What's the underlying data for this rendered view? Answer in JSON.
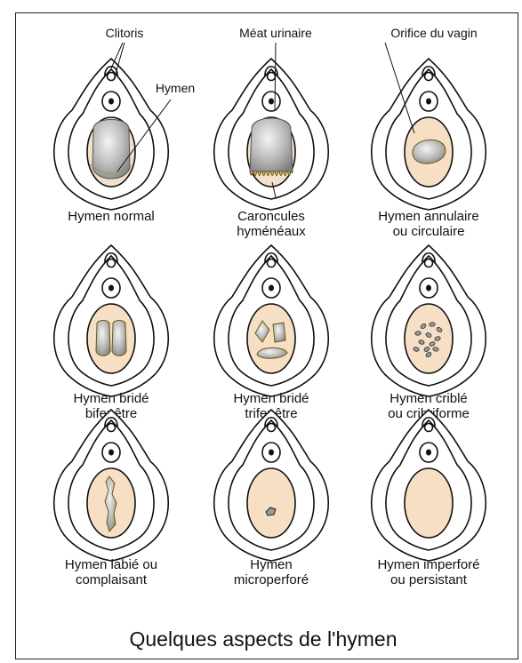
{
  "title": "Quelques aspects de l'hymen",
  "callouts": {
    "clitoris": "Clitoris",
    "meat": "Méat urinaire",
    "orifice": "Orifice du vagin",
    "hymen": "Hymen"
  },
  "panels": [
    {
      "id": "normal",
      "lines": [
        "Hymen normal"
      ]
    },
    {
      "id": "caroncules",
      "lines": [
        "Caroncules",
        "hyménéaux"
      ]
    },
    {
      "id": "annulaire",
      "lines": [
        "Hymen annulaire",
        "ou circulaire"
      ]
    },
    {
      "id": "bifenetre",
      "lines": [
        "Hymen bridé",
        "bifenêtre"
      ]
    },
    {
      "id": "trifenetre",
      "lines": [
        "Hymen bridé",
        "trifenêtre"
      ]
    },
    {
      "id": "crible",
      "lines": [
        "Hymen criblé",
        "ou cribriforme"
      ]
    },
    {
      "id": "labie",
      "lines": [
        "Hymen labié ou",
        "complaisant"
      ]
    },
    {
      "id": "microperfore",
      "lines": [
        "Hymen",
        "microperforé"
      ]
    },
    {
      "id": "imperfore",
      "lines": [
        "Hymen imperforé",
        "ou persistant"
      ]
    }
  ],
  "colors": {
    "tissue": "#f6dfc4",
    "opening_dark": "#8a8a8a",
    "opening_light": "#f2f2f2",
    "outline": "#111111"
  }
}
